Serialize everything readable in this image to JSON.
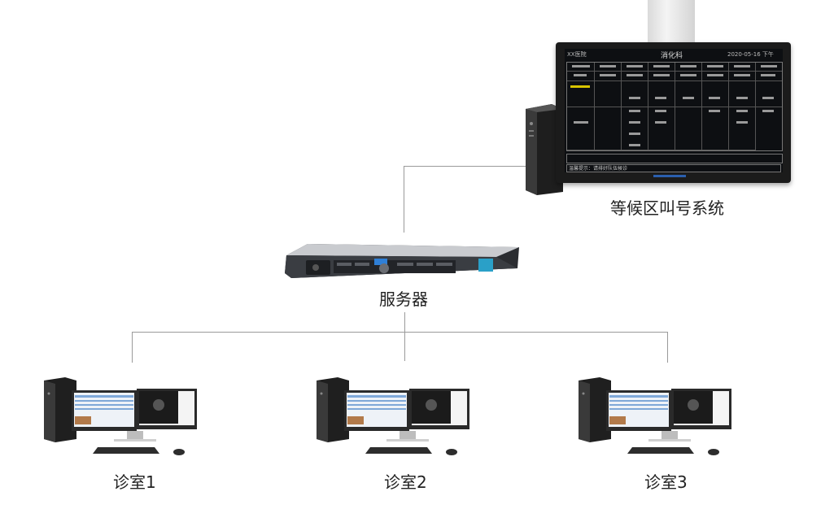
{
  "labels": {
    "waiting_area": "等候区叫号系统",
    "server": "服务器",
    "room1": "诊室1",
    "room2": "诊室2",
    "room3": "诊室3"
  },
  "display": {
    "header_left": "XX医院",
    "header_center": "消化科",
    "header_right": "2020-05-16 下午",
    "notice": "温馨提示：请排好队伍候诊"
  },
  "colors": {
    "line": "#9a9a9a",
    "text": "#222222",
    "screen_bg": "#0d0f12",
    "highlight": "#d8c400"
  }
}
